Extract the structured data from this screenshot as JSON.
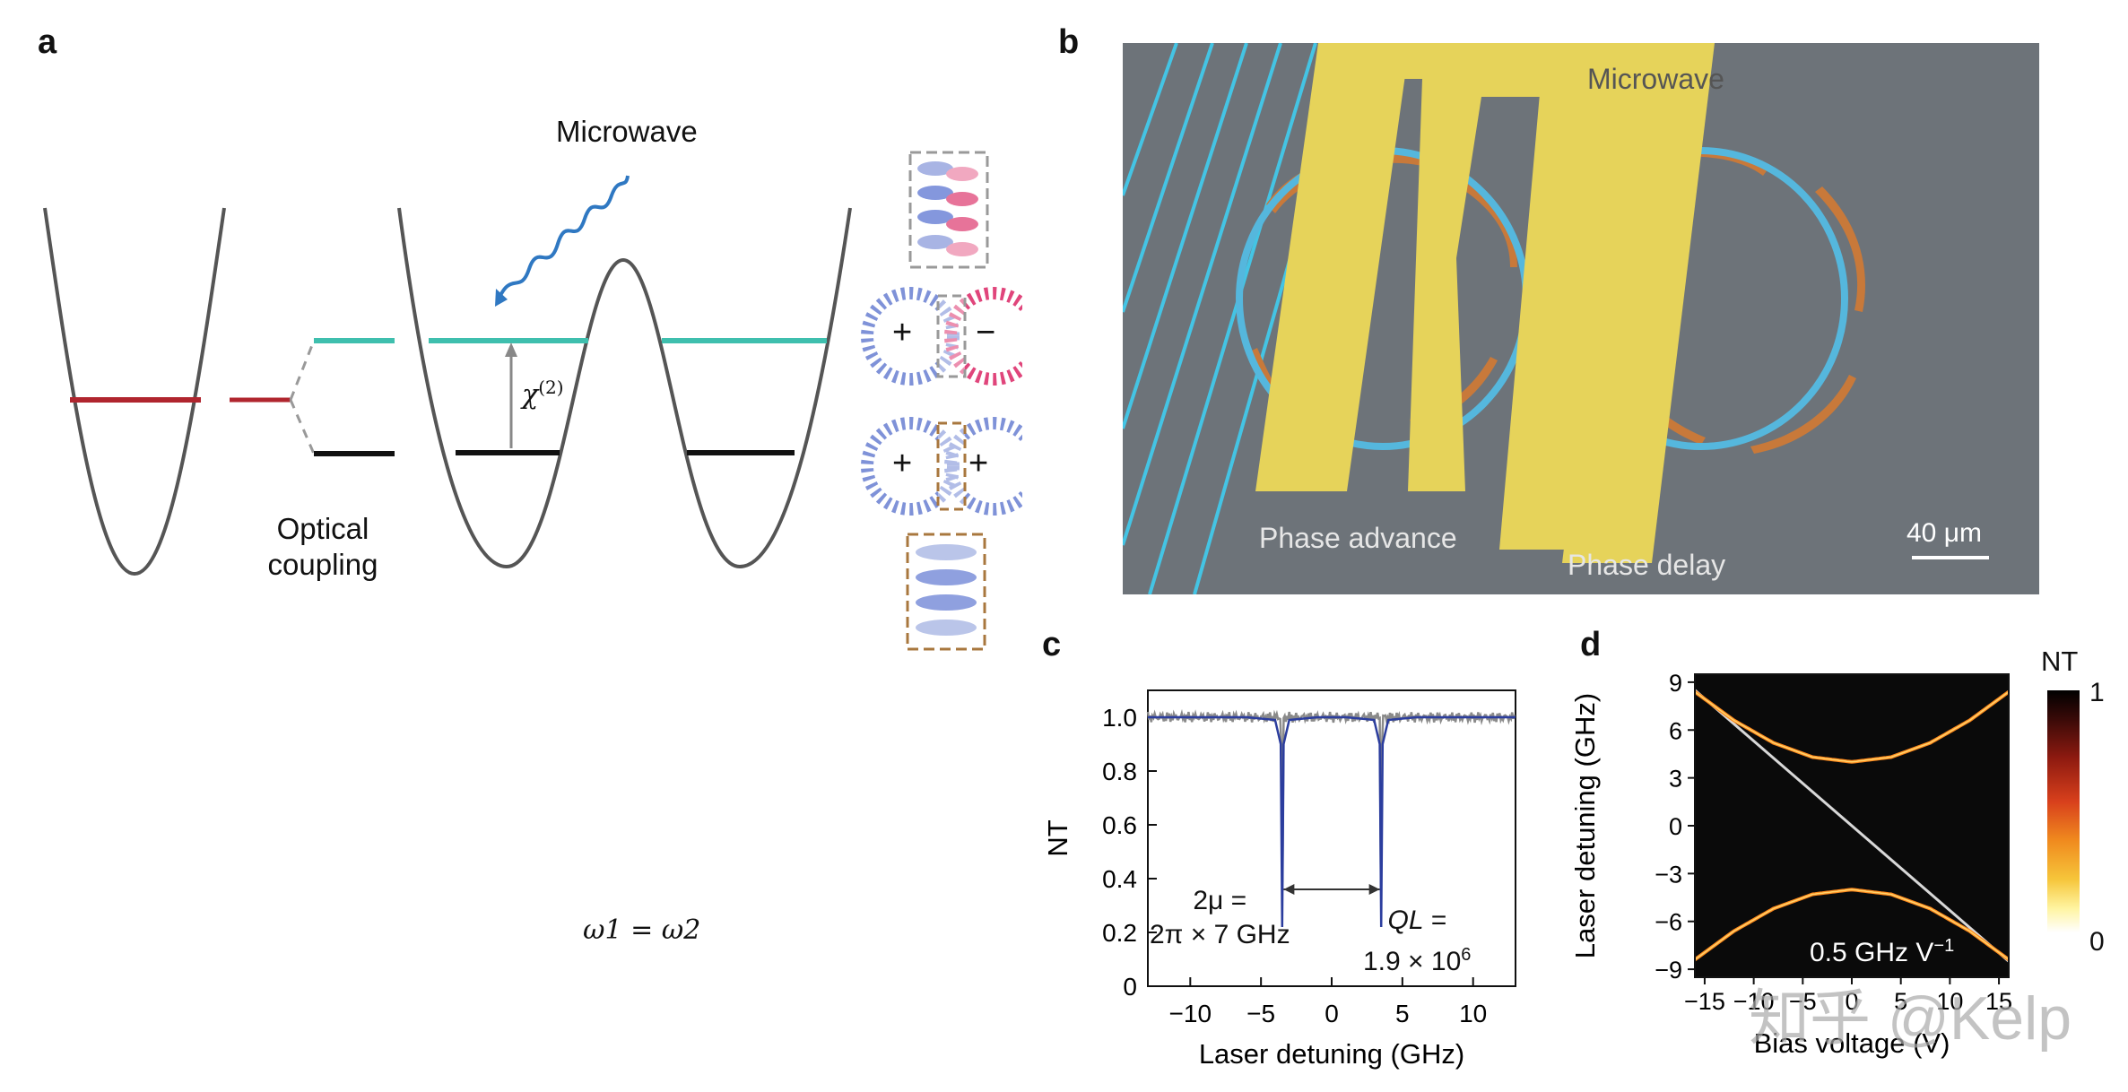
{
  "panels": {
    "a": {
      "letter": "a",
      "microwave_label": "Microwave",
      "optical_coupling_line1": "Optical",
      "optical_coupling_line2": "coupling",
      "chi_label": "χ",
      "chi_sup": "(2)",
      "omega_relation": "ω1 = ω2",
      "mode_signs": [
        {
          "left": "+",
          "right": "−"
        },
        {
          "left": "+",
          "right": "+"
        }
      ],
      "colors": {
        "red_level": "#b0252e",
        "teal_level": "#3fbfae",
        "black_level": "#111111",
        "potential": "#555555",
        "microwave": "#2f78c2",
        "pink_mode": "#e0457b",
        "blue_mode": "#5a73c9",
        "gray_box": "#999999",
        "brown_box": "#a8773e"
      }
    },
    "b": {
      "letter": "b",
      "microwave_label": "Microwave",
      "phase_advance_label": "Phase advance",
      "phase_delay_label": "Phase delay",
      "scale_bar_label": "40 μm",
      "colors": {
        "background": "#6d7379",
        "electrode": "#e6d35a",
        "ring": "#55b7dd",
        "side_electrode": "#c8793a",
        "waveguide": "#44c4e4"
      }
    },
    "c": {
      "letter": "c",
      "annotation_left_line1": "2μ =",
      "annotation_left_line2": "2π × 7 GHz",
      "annotation_right_line1": "QL =",
      "annotation_right_line2": "1.9 × 10",
      "annotation_right_exp": "6",
      "chart_data": {
        "type": "line",
        "xlabel": "Laser detuning (GHz)",
        "ylabel": "NT",
        "xlim": [
          -13,
          13
        ],
        "ylim": [
          0,
          1.1
        ],
        "xticks": [
          -10,
          -5,
          0,
          5,
          10
        ],
        "yticks": [
          0,
          0.2,
          0.4,
          0.6,
          0.8,
          1.0
        ],
        "xtick_labels": [
          "−10",
          "−5",
          "0",
          "5",
          "10"
        ],
        "ytick_labels": [
          "0",
          "0.2",
          "0.4",
          "0.6",
          "0.8",
          "1.0"
        ],
        "series": [
          {
            "values_desc": "transmission",
            "x": [
              -13,
              -6,
              -4,
              -3.6,
              -3.5,
              -3.4,
              -3,
              -1,
              1,
              3,
              3.4,
              3.5,
              3.6,
              4,
              6,
              13
            ],
            "y": [
              1.0,
              1.0,
              0.99,
              0.9,
              0.22,
              0.9,
              0.99,
              1.0,
              1.0,
              0.99,
              0.9,
              0.22,
              0.9,
              0.99,
              1.0,
              1.0
            ]
          }
        ],
        "grid": false,
        "colors": {
          "data": "#8a8a8a",
          "fit": "#2b3d9e"
        }
      }
    },
    "d": {
      "letter": "d",
      "colorbar_title": "NT",
      "colorbar_max": "1",
      "colorbar_min": "0",
      "annotation": "0.5 GHz V",
      "annotation_exp": "−1",
      "chart_data": {
        "type": "heatmap",
        "xlabel": "Bias voltage (V)",
        "ylabel": "Laser detuning (GHz)",
        "xlim": [
          -16,
          16
        ],
        "ylim": [
          -9.5,
          9.5
        ],
        "xticks": [
          -15,
          -10,
          -5,
          0,
          5,
          10,
          15
        ],
        "xtick_labels": [
          "−15",
          "−10",
          "−5",
          "0",
          "5",
          "10",
          "15"
        ],
        "yticks": [
          9,
          6,
          3,
          0,
          -3,
          -6,
          -9
        ],
        "ytick_labels": [
          "9",
          "6",
          "3",
          "0",
          "−3",
          "−6",
          "−9"
        ],
        "upper_branch": {
          "x": [
            -16,
            -12,
            -8,
            -4,
            0,
            4,
            8,
            12,
            16
          ],
          "y": [
            8.4,
            6.6,
            5.2,
            4.3,
            4.0,
            4.3,
            5.2,
            6.6,
            8.4
          ]
        },
        "lower_branch": {
          "x": [
            -16,
            -12,
            -8,
            -4,
            0,
            4,
            8,
            12,
            16
          ],
          "y": [
            -8.4,
            -6.6,
            -5.2,
            -4.3,
            -4.0,
            -4.3,
            -5.2,
            -6.6,
            -8.4
          ]
        },
        "diagonal_slope": -0.5,
        "colorbar_range": [
          0,
          1
        ]
      }
    }
  },
  "watermark": "知乎 @Kelp"
}
